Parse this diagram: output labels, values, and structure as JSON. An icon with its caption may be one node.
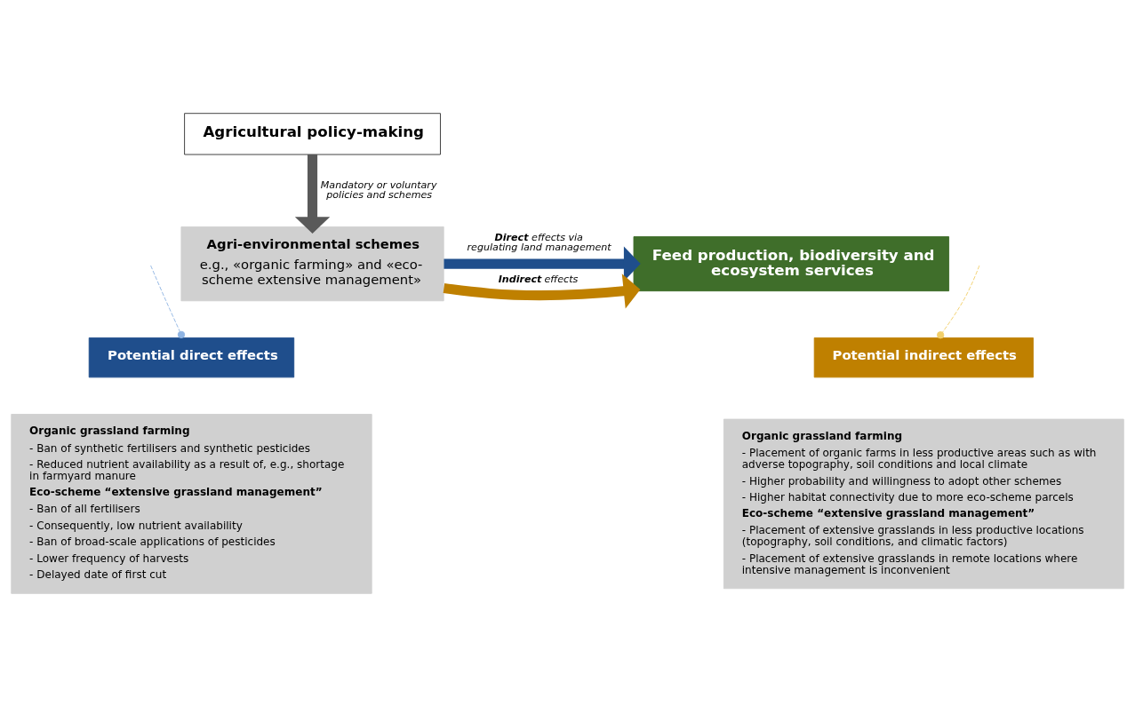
{
  "diagram": {
    "nodes": [
      {
        "text": [
          "Agricultural policy-making"
        ]
      },
      {
        "text": [
          "Agri-environmental schemes",
          "e.g., «organic farming» and «eco-scheme extensive management»"
        ]
      },
      {
        "text": [
          "Feed production, biodiversity and ecosystem services"
        ]
      },
      {
        "text": [
          "Potential direct effects"
        ]
      },
      {
        "text": [
          "Organic grassland farming",
          "- Ban of synthetic fertilisers and synthetic pesticides",
          "- Reduced nutrient availability as a result of, e.g., shortage in farmyard manure",
          "Eco-scheme “extensive grassland management”",
          "- Ban of all fertilisers",
          "- Consequently, low nutrient availability",
          "- Ban of broad-scale applications of pesticides",
          "- Lower frequency of harvests",
          "- Delayed date of first cut"
        ]
      },
      {
        "text": [
          "Potential indirect effects"
        ]
      },
      {
        "text": [
          "Organic grassland farming",
          "- Placement of organic farms in less productive areas such as with adverse topography, soil conditions and local climate",
          "- Higher probability and willingness to adopt other schemes",
          "- Higher habitat connectivity due to more eco-scheme parcels",
          "Eco-scheme “extensive grassland management”",
          "- Placement of extensive grasslands in less productive locations (topography, soil conditions, and climatic factors)",
          "- Placement of extensive grasslands in remote locations where intensive management is inconvenient"
        ]
      }
    ],
    "edges": [
      {
        "from": 0,
        "to": 1,
        "arrow": "to",
        "label": "Mandatory or voluntary policies and schemes",
        "color": "#595959"
      },
      {
        "from": 1,
        "to": 2,
        "arrow": "to",
        "label": "**Direct** effects via regulating land management",
        "color": "#1f4e8c"
      },
      {
        "from": 1,
        "to": 2,
        "arrow": "to",
        "label": "**Indirect** effects",
        "color": "#bf8000"
      },
      {
        "from": null,
        "to": 3,
        "arrow": "other",
        "style": "dashed",
        "color": "#8fb4e3"
      },
      {
        "from": null,
        "to": 5,
        "arrow": "other",
        "style": "dashed",
        "color": "#f2cf6a"
      }
    ]
  }
}
